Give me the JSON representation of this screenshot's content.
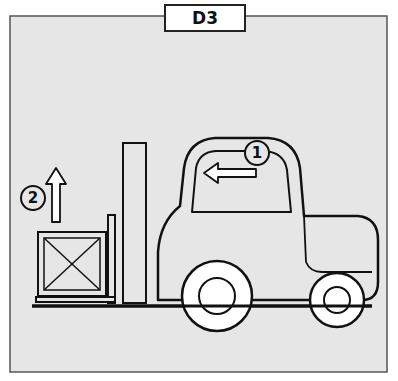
{
  "diagram": {
    "nodes": [
      {
        "text": [
          "D3"
        ]
      },
      {
        "text": [
          "1"
        ]
      },
      {
        "text": [
          "2"
        ]
      }
    ]
  }
}
